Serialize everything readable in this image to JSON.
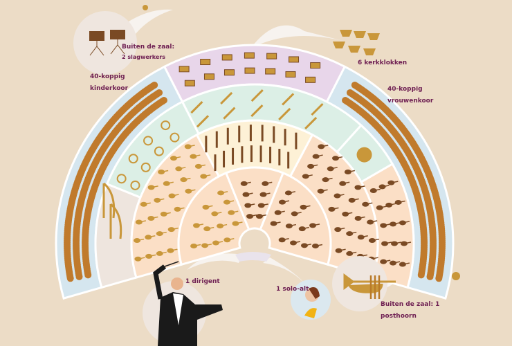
{
  "labels": {
    "drummers_title": "Buiten de zaal:",
    "drummers_count": "2 slagwerkers",
    "children_choir_1": "40-koppig",
    "children_choir_2": "kinderkoor",
    "bells": "6 kerkklokken",
    "women_choir_1": "40-koppig",
    "women_choir_2": "vrouwenkoor",
    "conductor": "1 dirigent",
    "soloist": "1 solo-alt",
    "posthorn_1": "Buiten de zaal: 1",
    "posthorn_2": "posthoorn"
  },
  "colors": {
    "background": "#ecdcc6",
    "strings": "#fbdfc6",
    "woodwinds": "#fdf1d6",
    "brass": "#dcefe6",
    "harps": "#eee5de",
    "choir": "#d5e6ef",
    "percussion": "#e8d6ea",
    "instrument_gold": "#c9973a",
    "instrument_brown": "#7a4a24",
    "head": "#c07a2c",
    "text": "#6e1f52"
  }
}
